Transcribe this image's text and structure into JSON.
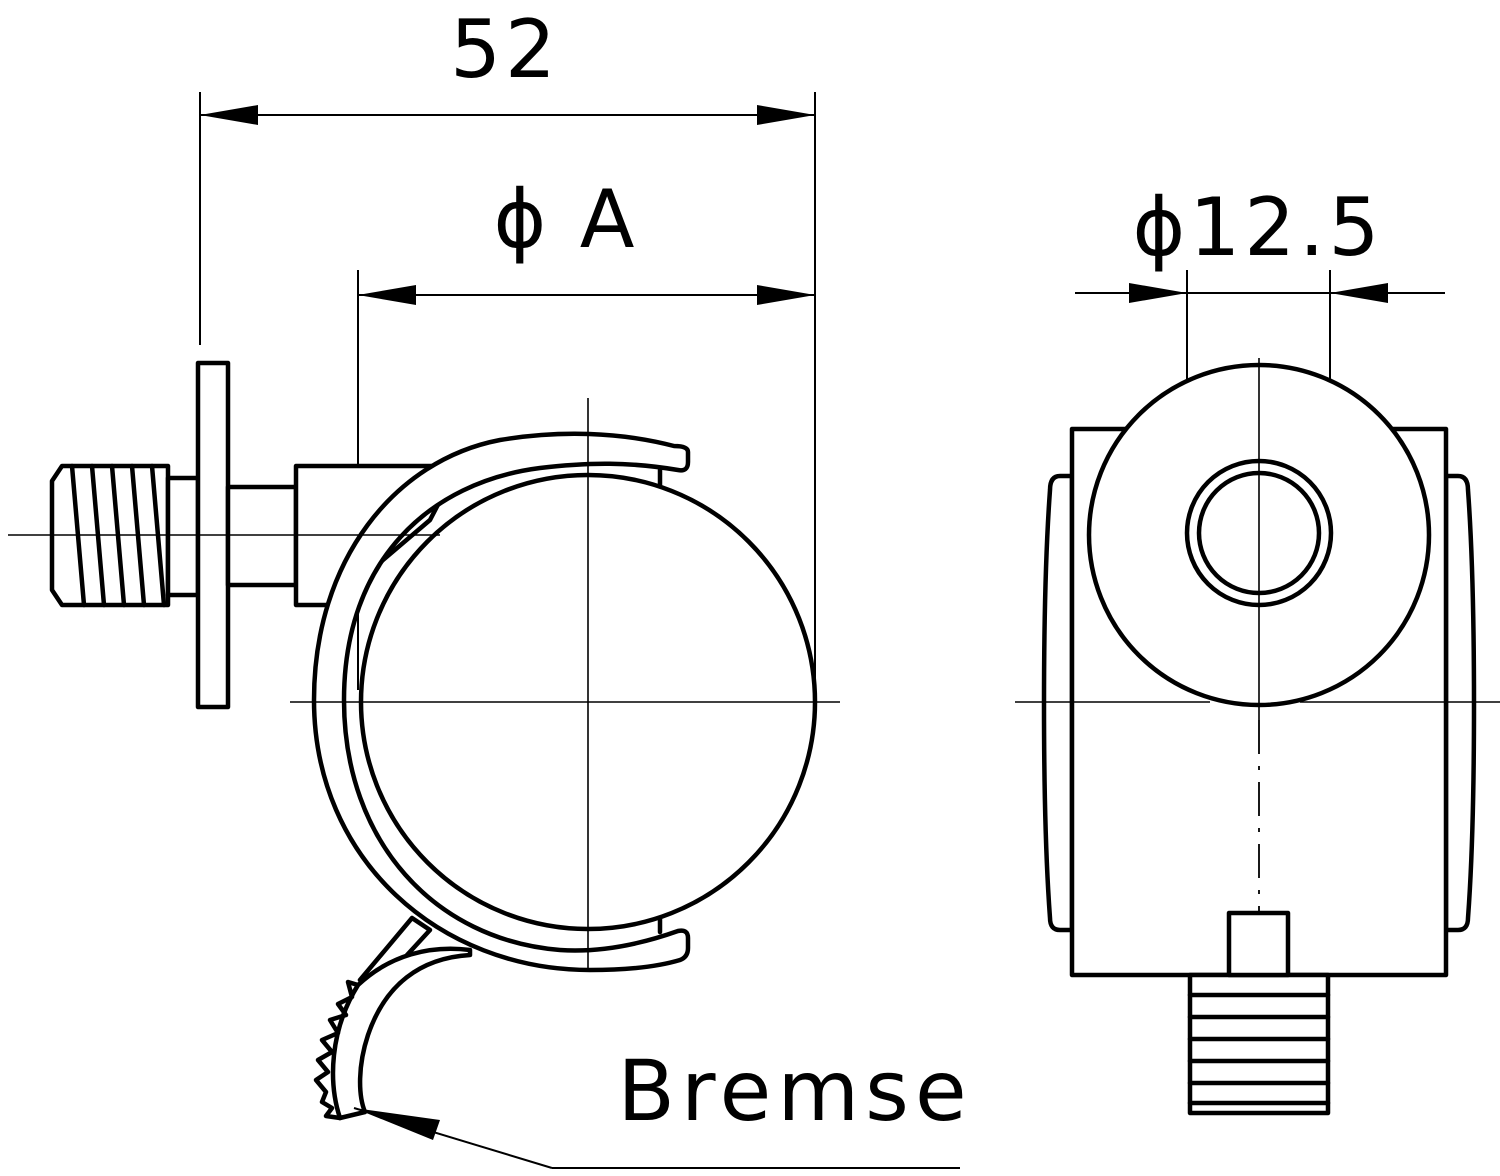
{
  "dimensions": {
    "overall_width": "52",
    "wheel_diameter": "ϕ A",
    "bore_diameter": "ϕ12.5"
  },
  "labels": {
    "brake": "Bremse"
  }
}
